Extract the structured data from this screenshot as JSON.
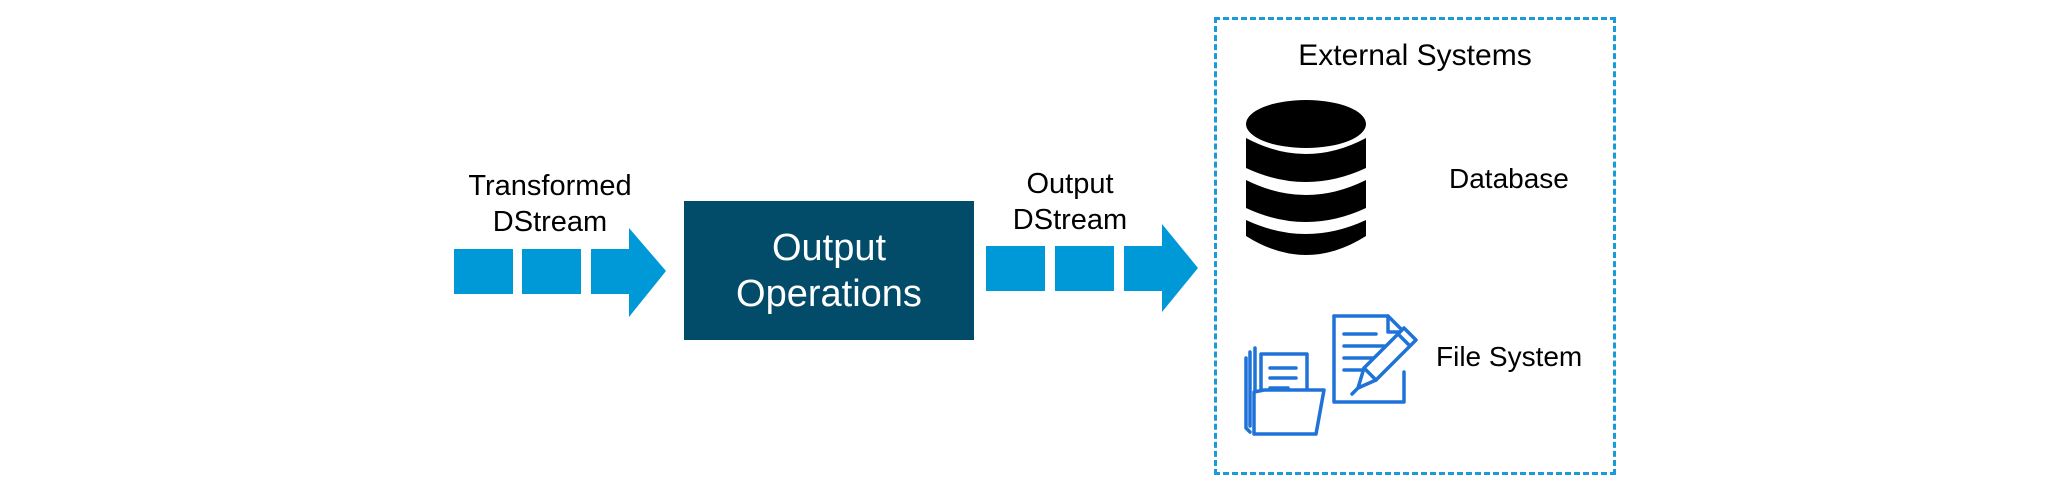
{
  "diagram": {
    "input_label": [
      "Transformed",
      "DStream"
    ],
    "process_box": [
      "Output",
      "Operations"
    ],
    "output_label": [
      "Output",
      "DStream"
    ],
    "external": {
      "title": "External Systems",
      "items": [
        {
          "label": "Database",
          "icon": "database-icon"
        },
        {
          "label": "File System",
          "icon": "file-system-icon"
        }
      ]
    }
  },
  "colors": {
    "arrow": "#0099d8",
    "process_box": "#024b69",
    "dashed_border": "#1a9ad9",
    "icon_blue": "#1f73d8",
    "database": "#000000"
  }
}
